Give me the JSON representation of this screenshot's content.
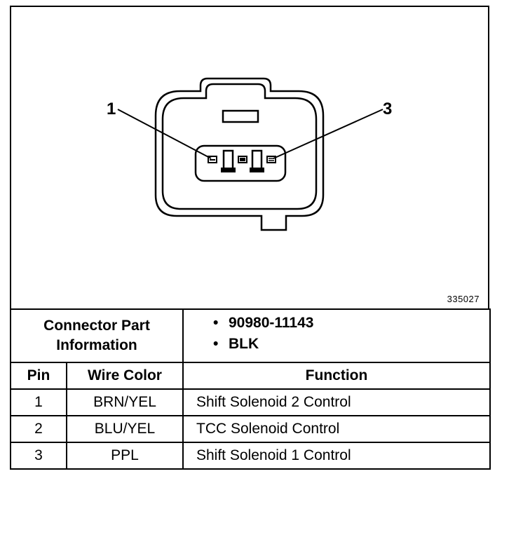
{
  "diagram": {
    "callout_left": "1",
    "callout_right": "3",
    "figure_number": "335027"
  },
  "connector_info": {
    "label_line1": "Connector Part",
    "label_line2": "Information",
    "bullet": "•",
    "part_number": "90980-11143",
    "color": "BLK"
  },
  "table": {
    "headers": {
      "pin": "Pin",
      "wire_color": "Wire Color",
      "function": "Function"
    },
    "rows": [
      {
        "pin": "1",
        "wire_color": "BRN/YEL",
        "function": "Shift Solenoid 2 Control"
      },
      {
        "pin": "2",
        "wire_color": "BLU/YEL",
        "function": "TCC Solenoid Control"
      },
      {
        "pin": "3",
        "wire_color": "PPL",
        "function": "Shift Solenoid 1 Control"
      }
    ]
  }
}
